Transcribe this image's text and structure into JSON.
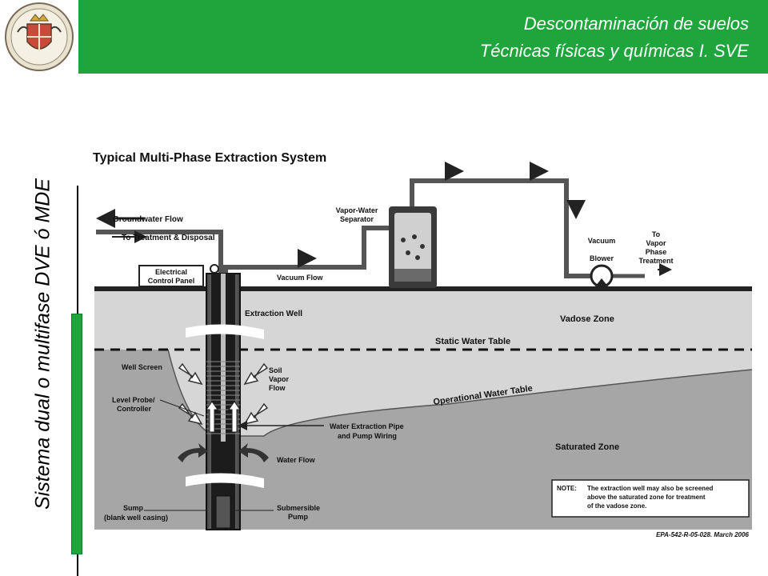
{
  "header": {
    "line1": "Descontaminación de suelos",
    "line2": "Técnicas físicas y químicas I.  SVE",
    "bg_color": "#1ea63c",
    "logo_icon": "university-crest-icon"
  },
  "side_title": "Sistema dual o multifase  DVE ó MDE",
  "diagram": {
    "title": "Typical Multi-Phase Extraction System",
    "labels": {
      "groundwater_flow": "Groundwater Flow",
      "to_treatment": "To Treatment & Disposal",
      "control_panel_1": "Electrical",
      "control_panel_2": "Control Panel",
      "vacuum_flow": "Vacuum Flow",
      "separator_1": "Vapor-Water",
      "separator_2": "Separator",
      "vacuum_1": "Vacuum",
      "vacuum_2": "Blower",
      "to_vapor_1": "To",
      "to_vapor_2": "Vapor",
      "to_vapor_3": "Phase",
      "to_vapor_4": "Treatment",
      "extraction_well": "Extraction Well",
      "vadose_zone": "Vadose Zone",
      "static_water_table": "Static Water Table",
      "well_screen": "Well Screen",
      "soil_vapor_1": "Soil",
      "soil_vapor_2": "Vapor",
      "soil_vapor_3": "Flow",
      "operational_water_table": "Operational Water Table",
      "level_probe_1": "Level Probe/",
      "level_probe_2": "Controller",
      "water_pipe_1": "Water Extraction Pipe",
      "water_pipe_2": "and Pump Wiring",
      "water_flow": "Water Flow",
      "saturated_zone": "Saturated Zone",
      "sump_1": "Sump",
      "sump_2": "(blank well casing)",
      "pump_1": "Submersible",
      "pump_2": "Pump",
      "note_head": "NOTE:",
      "note_1": "The extraction well may also be screened",
      "note_2": "above the saturated zone for treatment",
      "note_3": "of the vadose zone.",
      "source": "EPA-542-R-05-028. March 2006"
    }
  }
}
